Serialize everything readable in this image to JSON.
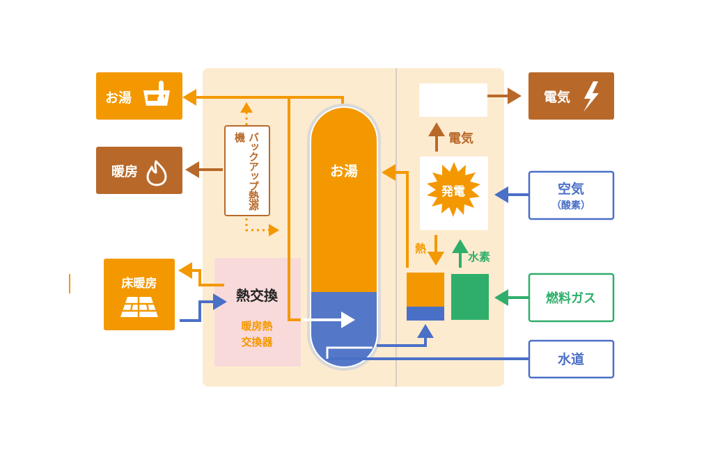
{
  "colors": {
    "orange": "#F39800",
    "brown": "#B8692A",
    "blue": "#4A6FC7",
    "green": "#2FAE6B",
    "panel": "#FDEBCF",
    "pink": "#F9DADA",
    "white": "#FFFFFF"
  },
  "outputs": {
    "hot_water": "お湯",
    "heating": "暖房",
    "electricity": "電気"
  },
  "inputs": {
    "air_line1": "空気",
    "air_line2": "（酸素）",
    "fuel_gas": "燃料ガス",
    "water_supply": "水道"
  },
  "floor_heating": "床暖房",
  "backup_heater": "バックアップ熱源機",
  "heat_exchange": "熱交換",
  "heat_exchanger_line1": "暖房熱",
  "heat_exchanger_line2": "交換器",
  "tank_label": "お湯",
  "generation": "発電",
  "flow_labels": {
    "electricity": "電気",
    "heat": "熱",
    "hydrogen": "水素"
  },
  "icons": {
    "hot_water": "bath-tub-thermometer-icon",
    "heating": "flame-icon",
    "electricity": "lightning-bolt-icon",
    "floor_heating": "floor-tiles-icon",
    "generation": "starburst-icon"
  }
}
